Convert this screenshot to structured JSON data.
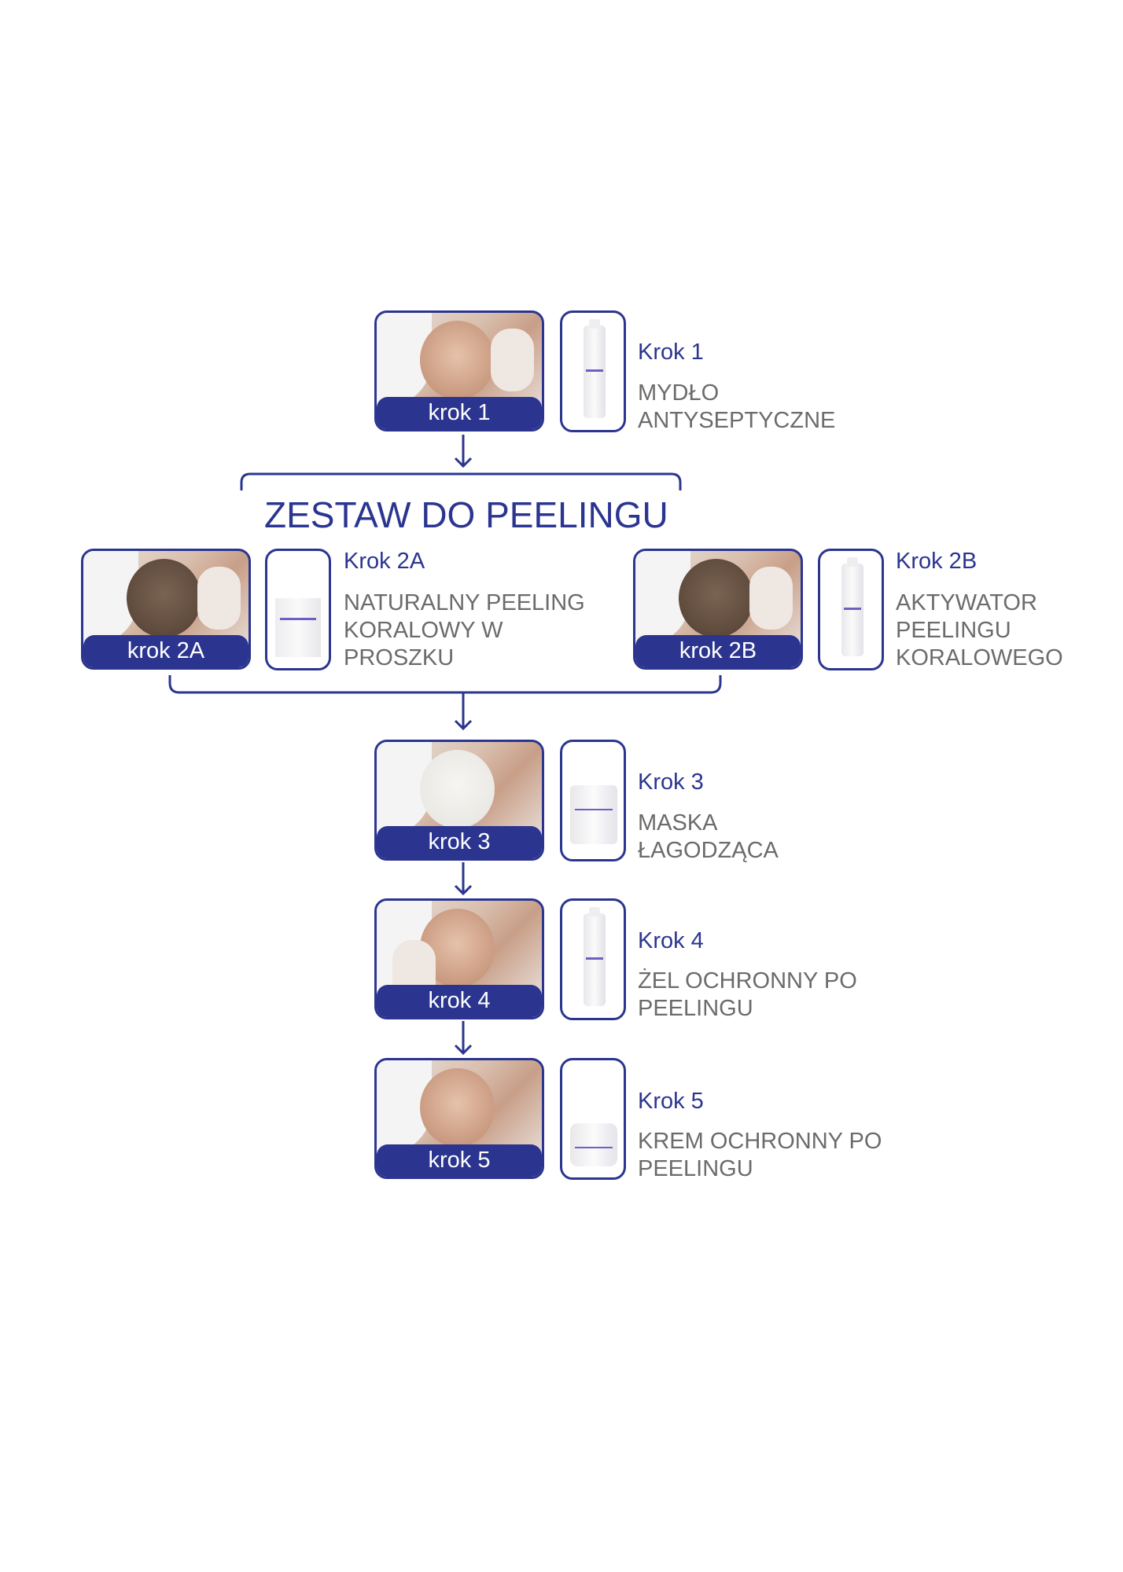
{
  "title": "ZESTAW DO PEELINGU",
  "colors": {
    "accent": "#2b3590",
    "text_gray": "#6b6b6b"
  },
  "steps": {
    "s1": {
      "badge": "krok 1",
      "heading": "Krok 1",
      "lines": [
        "MYDŁO",
        "ANTYSEPTYCZNE"
      ]
    },
    "s2a": {
      "badge": "krok 2A",
      "heading": "Krok 2A",
      "lines": [
        "NATURALNY PEELING",
        "KORALOWY W",
        "PROSZKU"
      ]
    },
    "s2b": {
      "badge": "krok 2B",
      "heading": "Krok 2B",
      "lines": [
        "AKTYWATOR",
        "PEELINGU",
        "KORALOWEGO"
      ]
    },
    "s3": {
      "badge": "krok 3",
      "heading": "Krok 3",
      "lines": [
        "MASKA",
        "ŁAGODZĄCA"
      ]
    },
    "s4": {
      "badge": "krok 4",
      "heading": "Krok 4",
      "lines": [
        "ŻEL OCHRONNY PO",
        "PEELINGU"
      ]
    },
    "s5": {
      "badge": "krok 5",
      "heading": "Krok 5",
      "lines": [
        "KREM OCHRONNY PO",
        "PEELINGU"
      ]
    }
  }
}
